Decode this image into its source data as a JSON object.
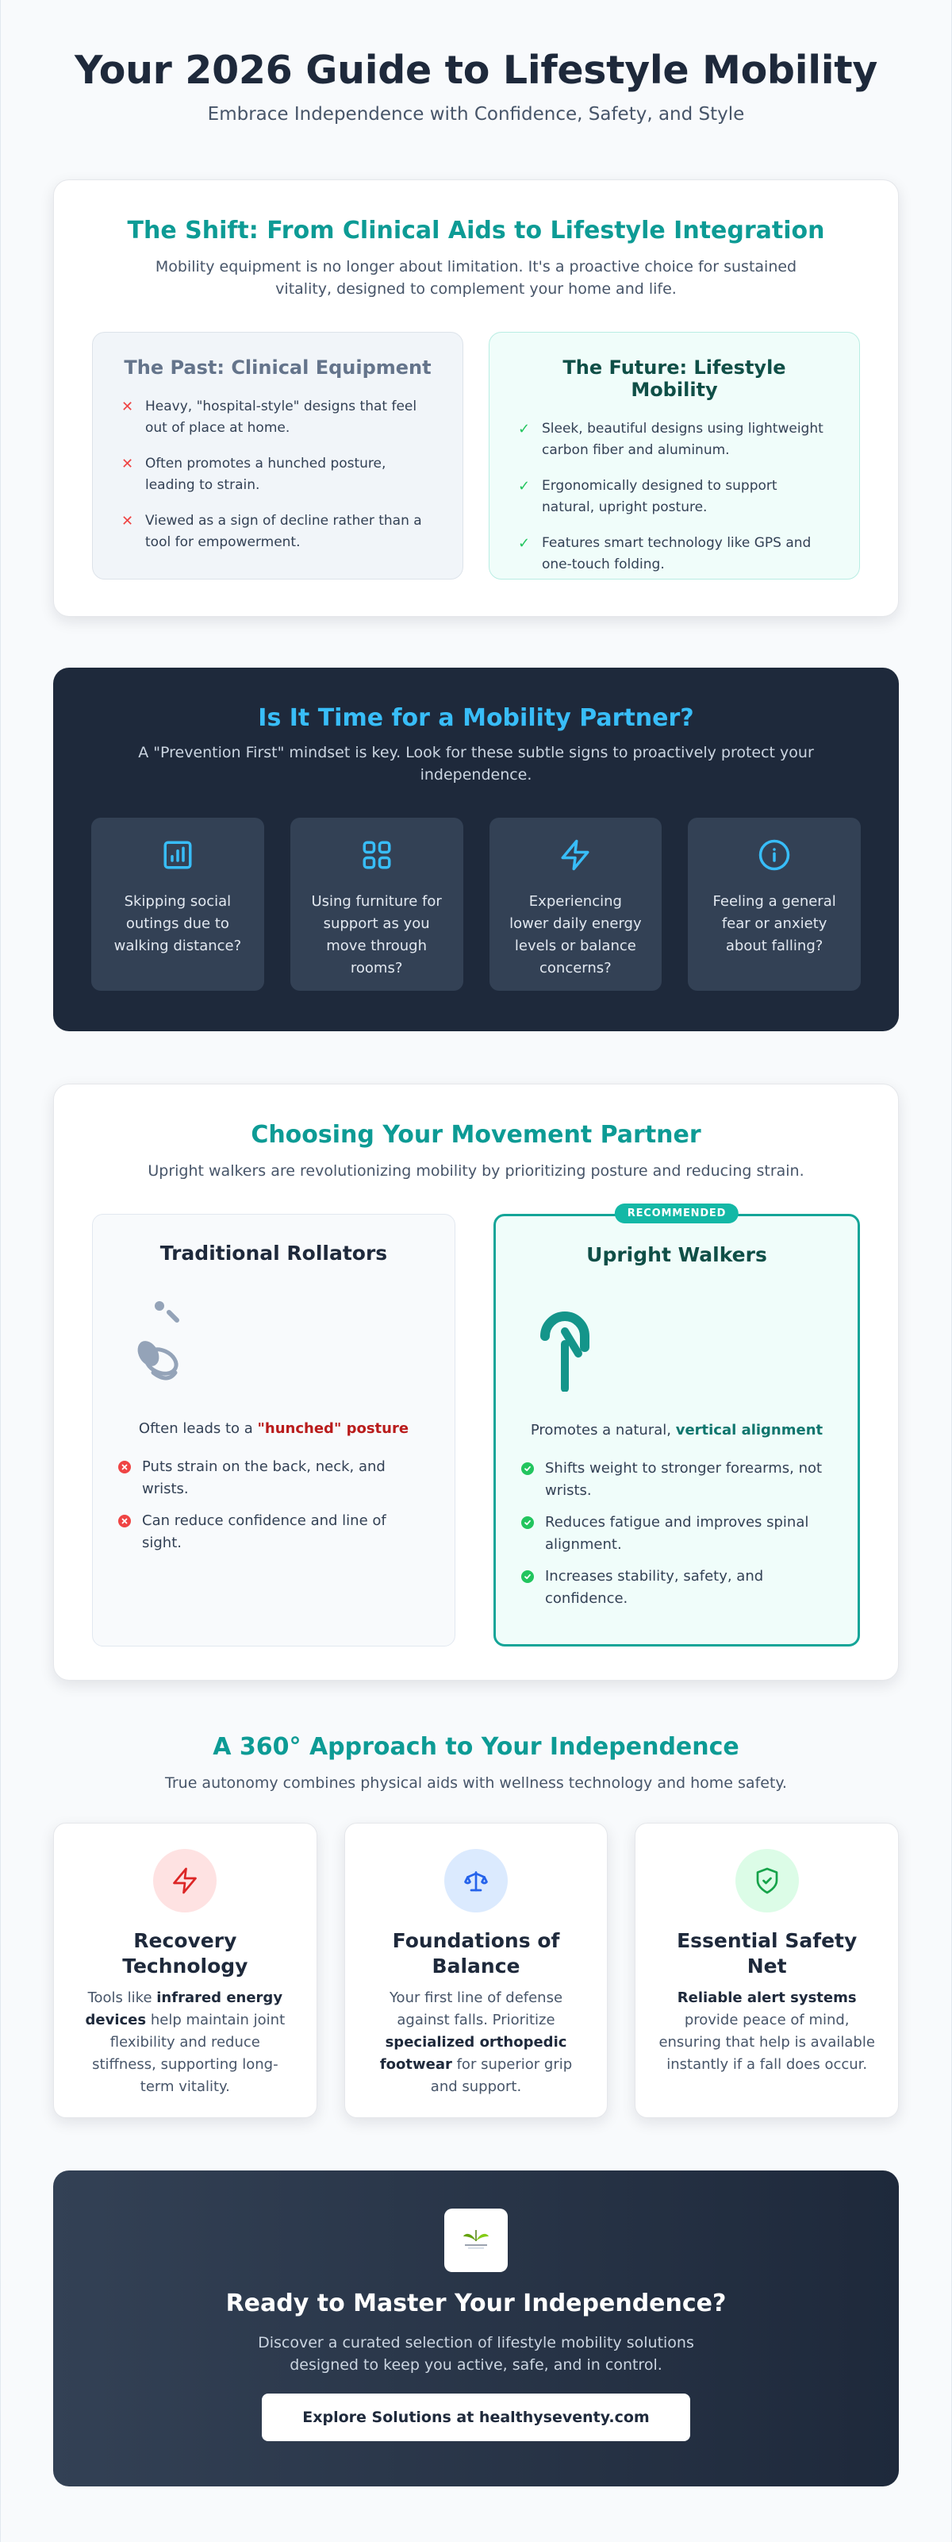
{
  "hero": {
    "title": "Your 2026 Guide to Lifestyle Mobility",
    "subtitle": "Embrace Independence with Confidence, Safety, and Style"
  },
  "shift": {
    "title": "The Shift: From Clinical Aids to Lifestyle Integration",
    "lede": "Mobility equipment is no longer about limitation. It's a proactive choice for sustained vitality, designed to complement your home and life.",
    "past": {
      "title": "The Past: Clinical Equipment",
      "items": [
        "Heavy, \"hospital-style\" designs that feel out of place at home.",
        "Often promotes a hunched posture, leading to strain.",
        "Viewed as a sign of decline rather than a tool for empowerment."
      ]
    },
    "future": {
      "title": "The Future: Lifestyle Mobility",
      "items": [
        "Sleek, beautiful designs using lightweight carbon fiber and aluminum.",
        "Ergonomically designed to support natural, upright posture.",
        "Features smart technology like GPS and one-touch folding."
      ]
    }
  },
  "signs": {
    "title": "Is It Time for a Mobility Partner?",
    "lede": "A \"Prevention First\" mindset is key. Look for these subtle signs to proactively protect your independence.",
    "items": [
      {
        "icon": "bar-chart-icon",
        "text": "Skipping social outings due to walking distance?"
      },
      {
        "icon": "grid-icon",
        "text": "Using furniture for support as you move through rooms?"
      },
      {
        "icon": "lightning-icon",
        "text": "Experiencing lower daily energy levels or balance concerns?"
      },
      {
        "icon": "info-icon",
        "text": "Feeling a general fear or anxiety about falling?"
      }
    ]
  },
  "partner": {
    "title": "Choosing Your Movement Partner",
    "lede": "Upright walkers are revolutionizing mobility by prioritizing posture and reducing strain.",
    "traditional": {
      "title": "Traditional Rollators",
      "tag_prefix": "Often leads to a ",
      "tag_emphasis": "\"hunched\" posture",
      "items": [
        "Puts strain on the back, neck, and wrists.",
        "Can reduce confidence and line of sight."
      ]
    },
    "upright": {
      "badge": "RECOMMENDED",
      "title": "Upright Walkers",
      "tag_prefix": "Promotes a natural, ",
      "tag_emphasis": "vertical alignment",
      "items": [
        "Shifts weight to stronger forearms, not wrists.",
        "Reduces fatigue and improves spinal alignment.",
        "Increases stability, safety, and confidence."
      ]
    }
  },
  "approach": {
    "title": "A 360° Approach to Your Independence",
    "lede": "True autonomy combines physical aids with wellness technology and home safety.",
    "recovery": {
      "title": "Recovery Technology",
      "p1": "Tools like ",
      "b1": "infrared energy devices",
      "p2": " help maintain joint flexibility and reduce stiffness, supporting long-term vitality."
    },
    "balance": {
      "title": "Foundations of Balance",
      "p1": "Your first line of defense against falls. Prioritize ",
      "b1": "specialized orthopedic footwear",
      "p2": " for superior grip and support."
    },
    "safety": {
      "title": "Essential Safety Net",
      "b1": "Reliable alert systems",
      "p2": " provide peace of mind, ensuring that help is available instantly if a fall does occur."
    }
  },
  "cta": {
    "title": "Ready to Master Your Independence?",
    "text": "Discover a curated selection of lifestyle mobility solutions designed to keep you active, safe, and in control.",
    "button": "Explore Solutions at healthyseventy.com"
  },
  "colors": {
    "teal": "#0d9b95",
    "navy": "#1e293b",
    "sky": "#38bdf8",
    "red": "#ef4444",
    "green": "#22c55e"
  }
}
